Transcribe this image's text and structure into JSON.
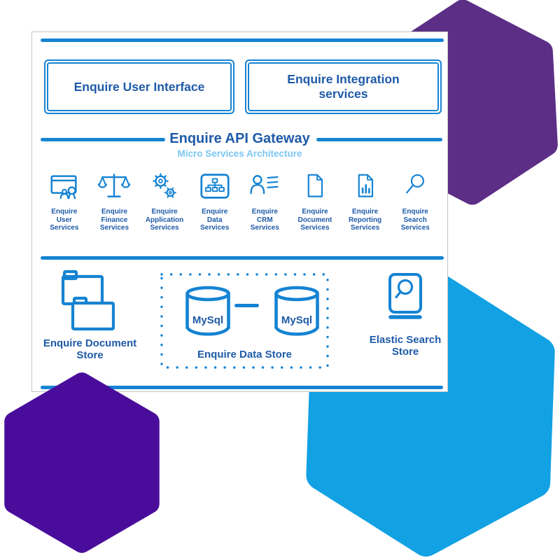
{
  "colors": {
    "hand_blue": "#1583d3",
    "navy": "#1e5aa7",
    "light_blue": "#7cc6f2",
    "hex_purple": "#5c2e86",
    "hex_indigo": "#4a0d9b",
    "hex_cyan": "#12a1e3"
  },
  "top_boxes": [
    {
      "label": "Enquire User Interface"
    },
    {
      "label": "Enquire Integration\nservices"
    }
  ],
  "gateway": {
    "title": "Enquire API Gateway",
    "subtitle": "Micro Services Architecture"
  },
  "services": [
    {
      "icon": "browser-user-icon",
      "label": "Enquire\nUser\nServices"
    },
    {
      "icon": "balance-scale-icon",
      "label": "Enquire\nFinance\nServices"
    },
    {
      "icon": "gears-icon",
      "label": "Enquire\nApplication\nServices"
    },
    {
      "icon": "sitemap-box-icon",
      "label": "Enquire\nData\nServices"
    },
    {
      "icon": "person-list-icon",
      "label": "Enquire\nCRM\nServices"
    },
    {
      "icon": "document-icon",
      "label": "Enquire\nDocument\nServices"
    },
    {
      "icon": "report-chart-icon",
      "label": "Enquire\nReporting\nServices"
    },
    {
      "icon": "magnifier-icon",
      "label": "Enquire\nSearch\nServices"
    }
  ],
  "stores": {
    "document": {
      "label": "Enquire Document\nStore"
    },
    "data": {
      "label": "Enquire Data Store",
      "db_left": "MySql",
      "db_right": "MySql"
    },
    "search": {
      "label": "Elastic Search\nStore"
    }
  }
}
